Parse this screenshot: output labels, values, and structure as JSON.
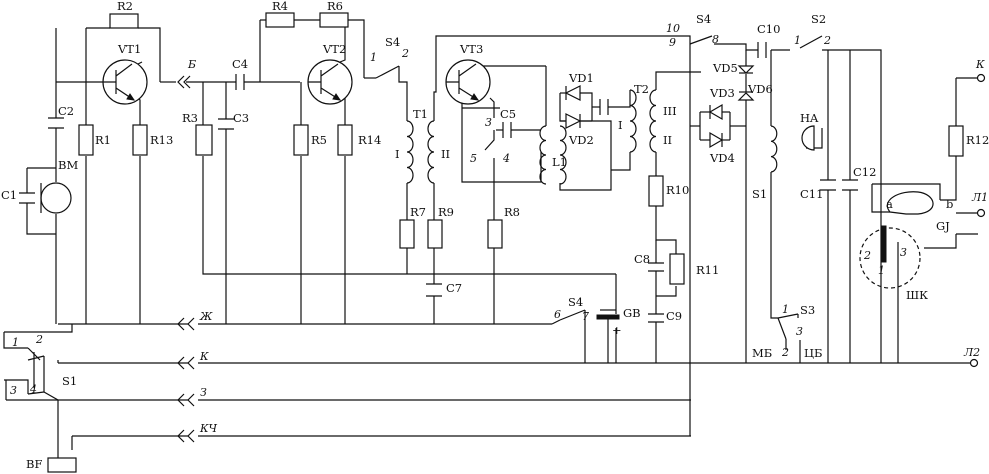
{
  "components": {
    "transistors": [
      "VT1",
      "VT2",
      "VT3"
    ],
    "resistors": [
      "R1",
      "R2",
      "R3",
      "R4",
      "R5",
      "R6",
      "R7",
      "R8",
      "R9",
      "R10",
      "R11",
      "R12",
      "R13",
      "R14"
    ],
    "capacitors": [
      "C1",
      "C2",
      "C3",
      "C4",
      "C5",
      "C7",
      "C8",
      "C9",
      "C10",
      "C11",
      "C12"
    ],
    "diodes": [
      "VD1",
      "VD2",
      "VD3",
      "VD4",
      "VD5",
      "VD6"
    ],
    "transformers": [
      "T1",
      "T2"
    ],
    "inductor": "L1",
    "battery": "GB",
    "battery_plus": "+",
    "microphone": "BM",
    "earpiece": "BF",
    "ringer": "HA",
    "jack": "GJ",
    "plug": "ШК",
    "switches": [
      "S1",
      "S2",
      "S3",
      "S4"
    ]
  },
  "winding_labels": {
    "t1_w1": "I",
    "t1_w2": "II",
    "t2_w1": "I",
    "t2_w2": "II",
    "t2_w3": "III"
  },
  "connector_labels": {
    "b": "Б",
    "zh": "Ж",
    "k": "К",
    "z": "З",
    "kch": "КЧ"
  },
  "switch_contacts": {
    "s1": [
      "1",
      "2",
      "3",
      "4"
    ],
    "s2": [
      "1",
      "2"
    ],
    "s3": [
      "1",
      "2",
      "3"
    ],
    "s4": [
      "1",
      "2",
      "3",
      "4",
      "5",
      "6",
      "7",
      "8",
      "9",
      "10"
    ]
  },
  "s3_positions": {
    "mb": "МБ",
    "cb": "ЦБ"
  },
  "terminals": {
    "k": "К",
    "l1": "Л1",
    "l2": "Л2"
  },
  "jack_pins": {
    "a": "a",
    "b": "b"
  },
  "plug_pins": [
    "1",
    "2",
    "3"
  ]
}
